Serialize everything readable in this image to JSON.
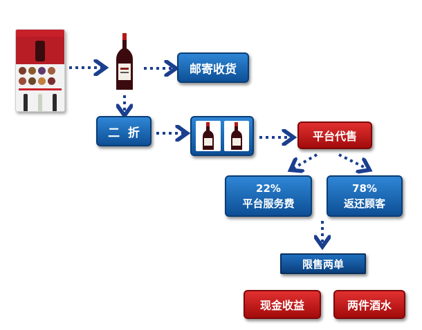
{
  "nodes": {
    "mail": "邮寄收货",
    "discount": "二  折",
    "platform": "平台代售",
    "service_pct": "22%",
    "service_label": "平台服务费",
    "return_pct": "78%",
    "return_label": "返还顾客",
    "limit": "限售两单",
    "cash": "现金收益",
    "wine": "两件酒水"
  },
  "icons": {
    "phone": "mobile-shop-screenshot-icon",
    "bottle": "wine-bottle-icon",
    "bottles": "two-wine-bottles-icon"
  },
  "colors": {
    "blue": "#1565b4",
    "red": "#c81414",
    "arrow": "#1b3f8f"
  }
}
